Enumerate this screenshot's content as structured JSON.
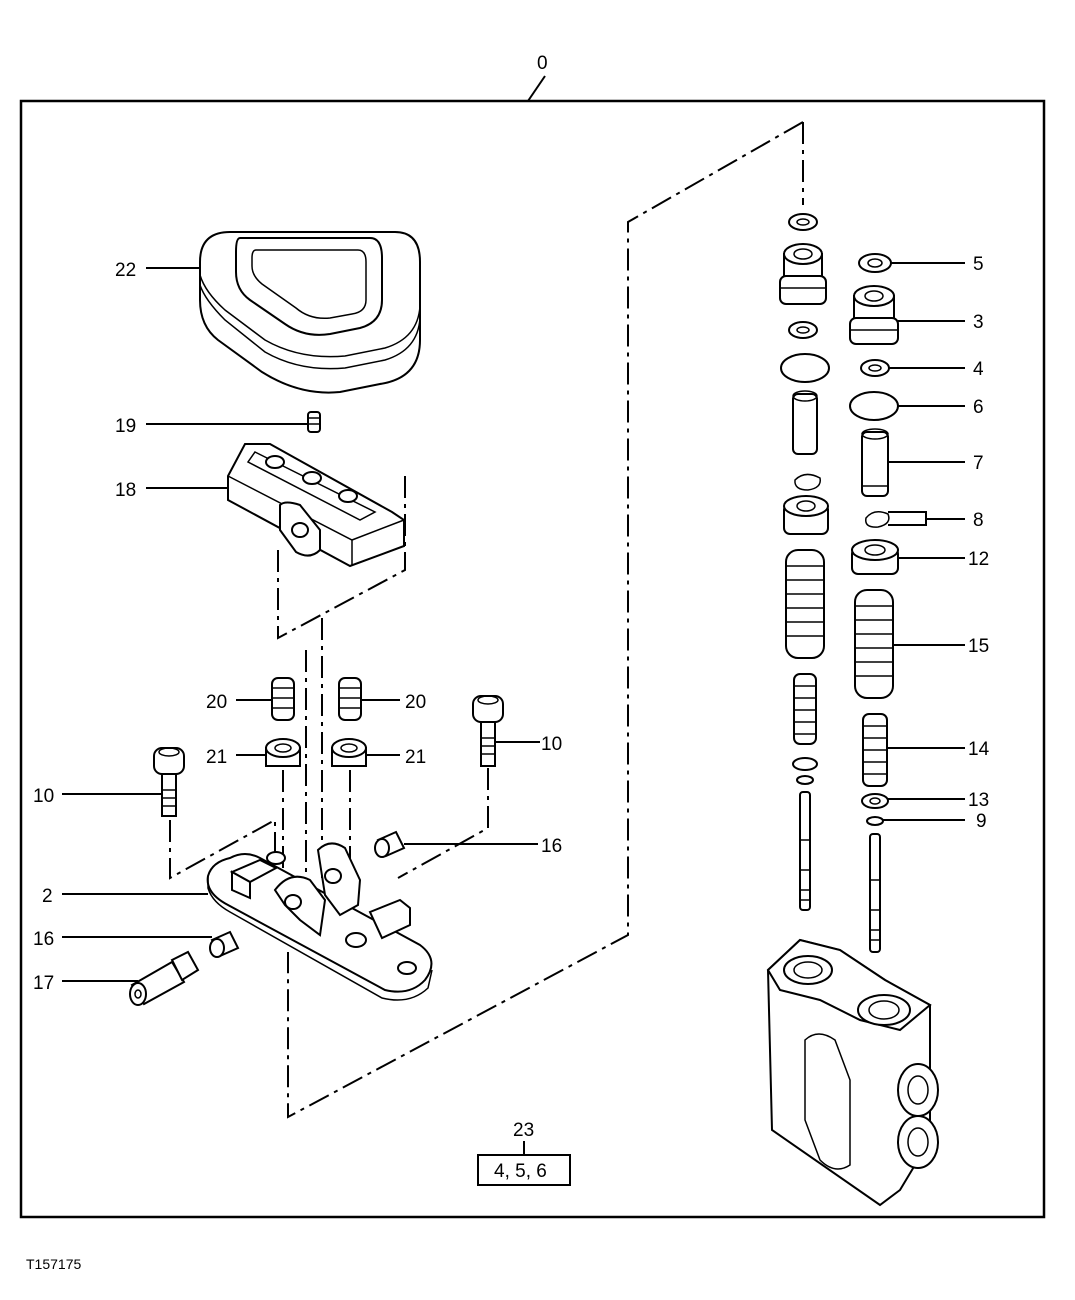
{
  "figure_id": "T157175",
  "assembly_label": "0",
  "kit": {
    "label": "23",
    "contents": "4, 5, 6"
  },
  "callouts": {
    "c22": "22",
    "c19": "19",
    "c18": "18",
    "c20a": "20",
    "c20b": "20",
    "c21a": "21",
    "c21b": "21",
    "c10a": "10",
    "c10b": "10",
    "c16a": "16",
    "c16b": "16",
    "c2": "2",
    "c17": "17",
    "c5": "5",
    "c3": "3",
    "c4": "4",
    "c6": "6",
    "c7": "7",
    "c8": "8",
    "c12": "12",
    "c15": "15",
    "c14": "14",
    "c13": "13",
    "c9": "9"
  }
}
